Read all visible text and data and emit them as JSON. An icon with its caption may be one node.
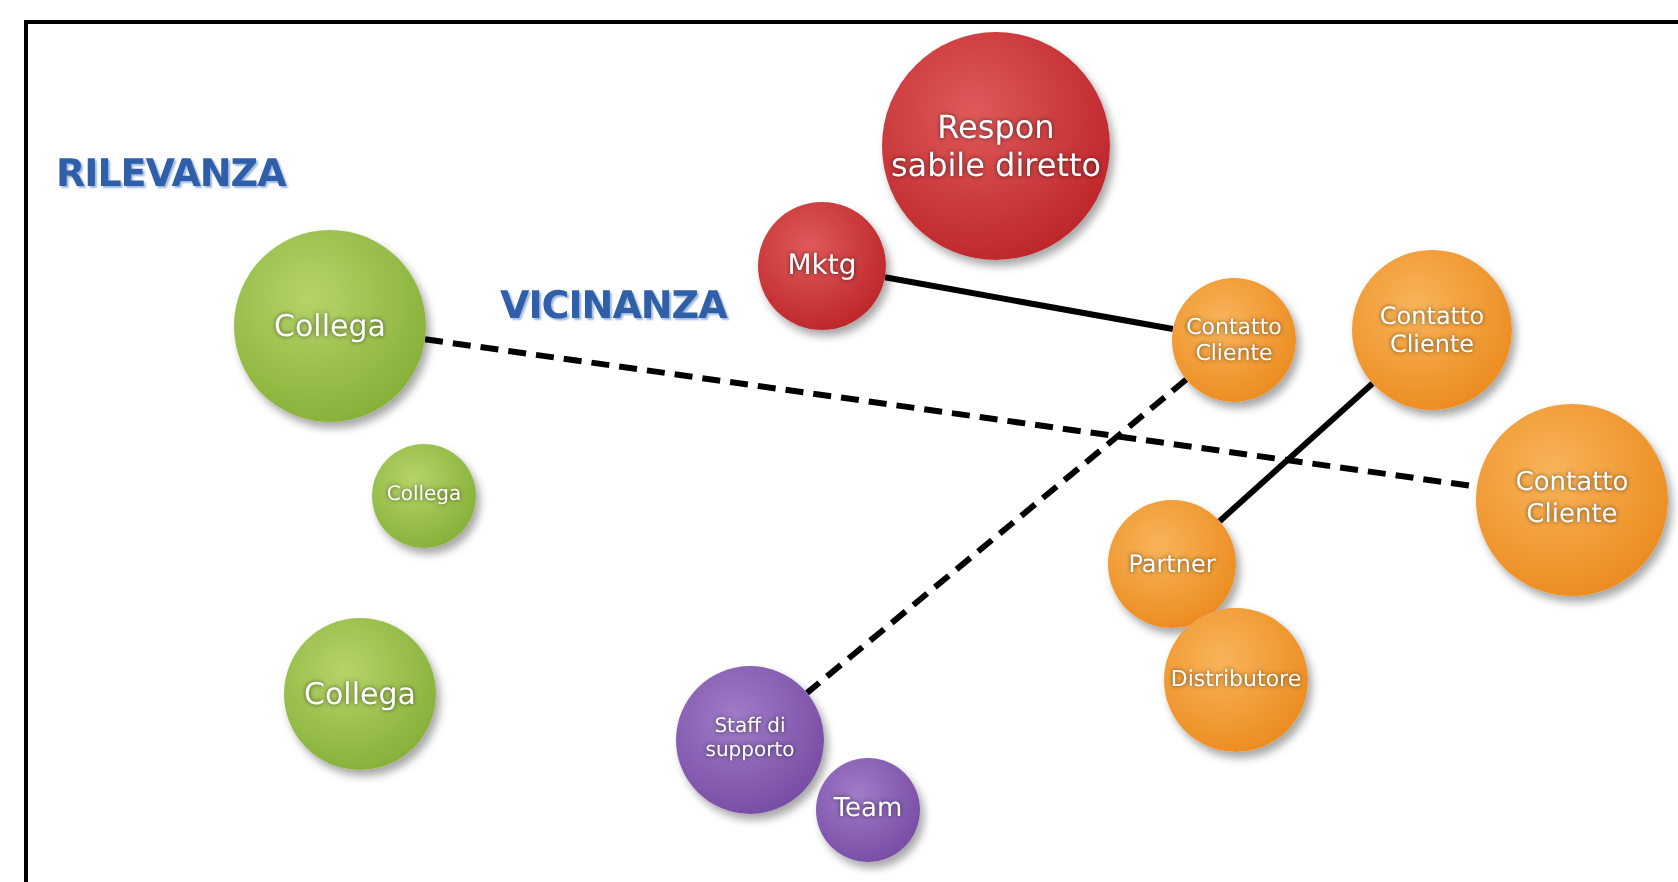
{
  "diagram": {
    "nodes": [
      {
        "text": [
          "Respon sabile diretto"
        ]
      },
      {
        "text": [
          "Mktg"
        ]
      },
      {
        "text": [
          "Collega"
        ]
      },
      {
        "text": [
          "Contatto Cliente"
        ]
      },
      {
        "text": [
          "Contatto Cliente"
        ]
      },
      {
        "text": [
          "Collega"
        ]
      },
      {
        "text": [
          "Contatto Cliente"
        ]
      },
      {
        "text": [
          "Partner"
        ]
      },
      {
        "text": [
          "Collega"
        ]
      },
      {
        "text": [
          "Distributore"
        ]
      },
      {
        "text": [
          "Staff di supporto"
        ]
      },
      {
        "text": [
          "Team"
        ]
      }
    ],
    "edges": [
      {
        "from": 1,
        "to": 3,
        "arrow": "none"
      },
      {
        "from": 2,
        "to": 6,
        "arrow": "none",
        "style": "dashed"
      },
      {
        "from": 3,
        "to": 10,
        "arrow": "none",
        "style": "dashed"
      },
      {
        "from": 4,
        "to": 7,
        "arrow": "none"
      }
    ],
    "labels": [
      "RILEVANZA",
      "VICINANZA"
    ]
  }
}
